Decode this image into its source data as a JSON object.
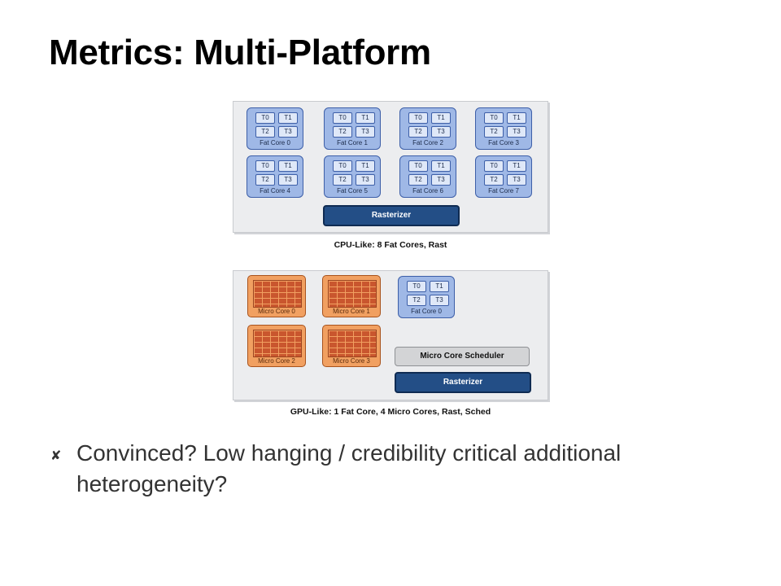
{
  "slide": {
    "title": "Metrics: Multi-Platform",
    "bullet_icon": "x-mark-bullet-icon",
    "bullet_symbol": "✘",
    "bullet_text": "Convinced?  Low hanging / credibility critical additional heterogeneity?"
  },
  "diagram": {
    "cpu_panel": {
      "caption": "CPU-Like: 8 Fat Cores, Rast",
      "fat_cores": [
        {
          "label": "Fat Core 0",
          "threads": [
            "T0",
            "T1",
            "T2",
            "T3"
          ]
        },
        {
          "label": "Fat Core 1",
          "threads": [
            "T0",
            "T1",
            "T2",
            "T3"
          ]
        },
        {
          "label": "Fat Core 2",
          "threads": [
            "T0",
            "T1",
            "T2",
            "T3"
          ]
        },
        {
          "label": "Fat Core 3",
          "threads": [
            "T0",
            "T1",
            "T2",
            "T3"
          ]
        },
        {
          "label": "Fat Core 4",
          "threads": [
            "T0",
            "T1",
            "T2",
            "T3"
          ]
        },
        {
          "label": "Fat Core 5",
          "threads": [
            "T0",
            "T1",
            "T2",
            "T3"
          ]
        },
        {
          "label": "Fat Core 6",
          "threads": [
            "T0",
            "T1",
            "T2",
            "T3"
          ]
        },
        {
          "label": "Fat Core 7",
          "threads": [
            "T0",
            "T1",
            "T2",
            "T3"
          ]
        }
      ],
      "rasterizer": "Rasterizer"
    },
    "gpu_panel": {
      "caption": "GPU-Like: 1 Fat Core, 4 Micro Cores, Rast, Sched",
      "micro_cores": [
        "Micro Core 0",
        "Micro Core 1",
        "Micro Core 2",
        "Micro Core 3"
      ],
      "fat_core": {
        "label": "Fat Core 0",
        "threads": [
          "T0",
          "T1",
          "T2",
          "T3"
        ]
      },
      "scheduler": "Micro Core Scheduler",
      "rasterizer": "Rasterizer"
    },
    "colors": {
      "fat_core": "#9fb8e6",
      "micro_core": "#f1a061",
      "rasterizer": "#234e86",
      "scheduler": "#d3d4d6",
      "panel": "#ecedef"
    }
  }
}
